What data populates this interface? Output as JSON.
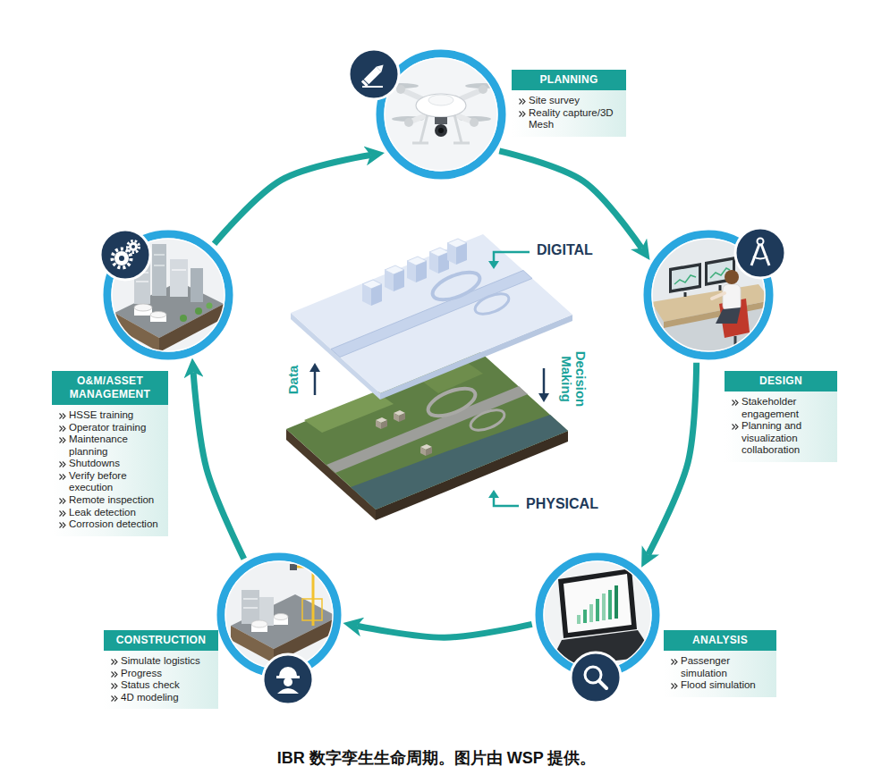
{
  "diagram": {
    "caption": "IBR 数字孪生生命周期。图片由 WSP 提供。",
    "nodes": [
      {
        "text": [
          "PLANNING",
          "Site survey",
          "Reality capture/3D Mesh"
        ]
      },
      {
        "text": [
          "DESIGN",
          "Stakeholder engagement",
          "Planning and visualization collaboration"
        ]
      },
      {
        "text": [
          "ANALYSIS",
          "Passenger simulation",
          "Flood simulation"
        ]
      },
      {
        "text": [
          "CONSTRUCTION",
          "Simulate logistics",
          "Progress",
          "Status check",
          "4D modeling"
        ]
      },
      {
        "text": [
          "O&M/ASSET MANAGEMENT",
          "HSSE training",
          "Operator training",
          "Maintenance planning",
          "Shutdowns",
          "Verify before execution",
          "Remote inspection",
          "Leak detection",
          "Corrosion detection"
        ]
      }
    ],
    "edges": [
      {
        "from": 0,
        "to": 1,
        "arrow": "to"
      },
      {
        "from": 1,
        "to": 2,
        "arrow": "to"
      },
      {
        "from": 2,
        "to": 3,
        "arrow": "to"
      },
      {
        "from": 3,
        "to": 4,
        "arrow": "to"
      },
      {
        "from": 4,
        "to": 0,
        "arrow": "to"
      }
    ],
    "labels": [
      "DIGITAL",
      "PHYSICAL",
      "Data",
      "Decision Making"
    ]
  }
}
